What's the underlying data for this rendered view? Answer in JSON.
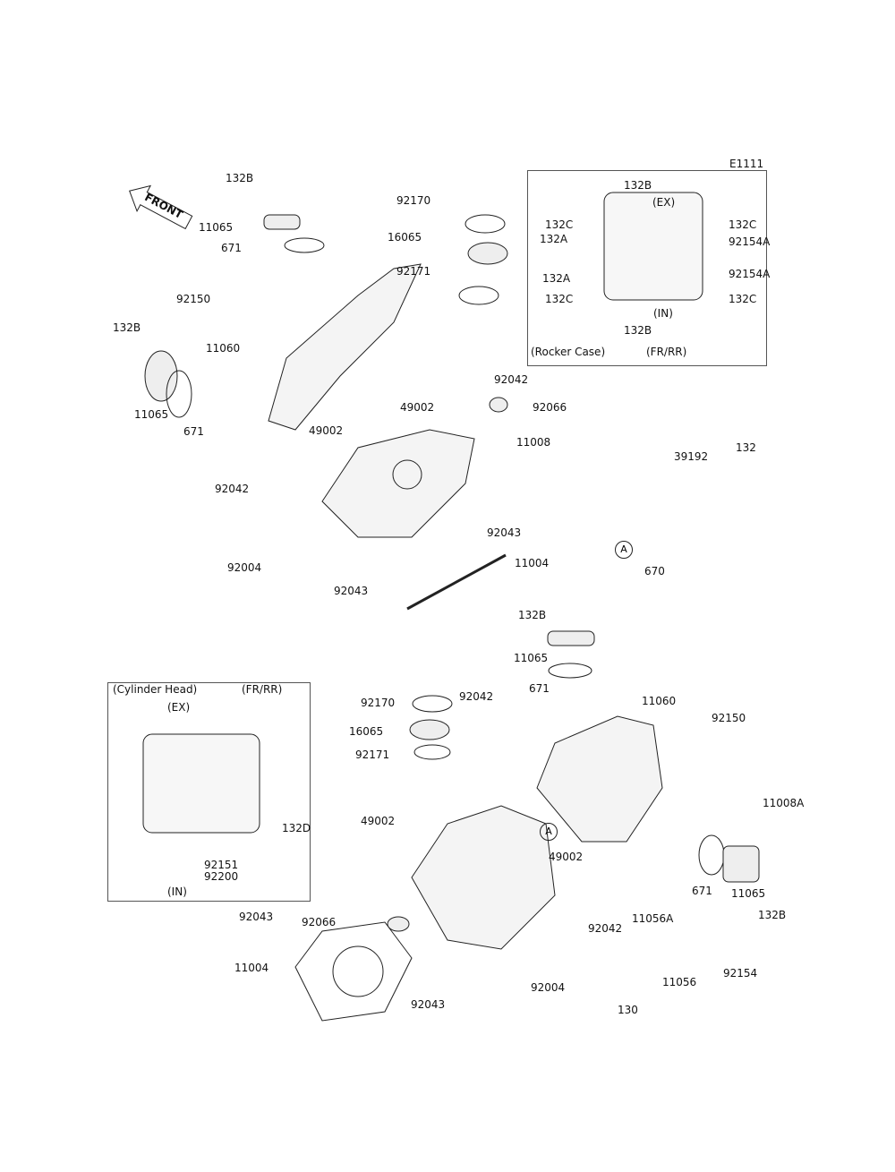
{
  "diagram_code": "E1111",
  "front_label": "FRONT",
  "callout_ref": "A",
  "top_labels": [
    "132B",
    "11065",
    "671",
    "92170",
    "16065",
    "92171",
    "92150",
    "132B",
    "11060",
    "92042",
    "11065",
    "671",
    "49002",
    "92066",
    "49002",
    "11008",
    "92042",
    "92004",
    "92043",
    "11004",
    "92043",
    "39192",
    "132",
    "670"
  ],
  "rocker_inset": {
    "title": "(Rocker Case)",
    "variant": "(FR/RR)",
    "ex": "(EX)",
    "in": "(IN)",
    "labels": [
      "132B",
      "132C",
      "132C",
      "132A",
      "92154A",
      "132A",
      "92154A",
      "132C",
      "132C",
      "132B"
    ]
  },
  "head_inset": {
    "title": "(Cylinder Head)",
    "variant": "(FR/RR)",
    "ex": "(EX)",
    "in": "(IN)",
    "labels": [
      "132D",
      "92151",
      "92200"
    ]
  },
  "bottom_labels": [
    "132B",
    "11065",
    "671",
    "92170",
    "92042",
    "11060",
    "92150",
    "16065",
    "92171",
    "11008A",
    "49002",
    "49002",
    "671",
    "11065",
    "132B",
    "92043",
    "92066",
    "92042",
    "11056A",
    "11004",
    "92154",
    "11056",
    "92043",
    "92004",
    "130"
  ]
}
